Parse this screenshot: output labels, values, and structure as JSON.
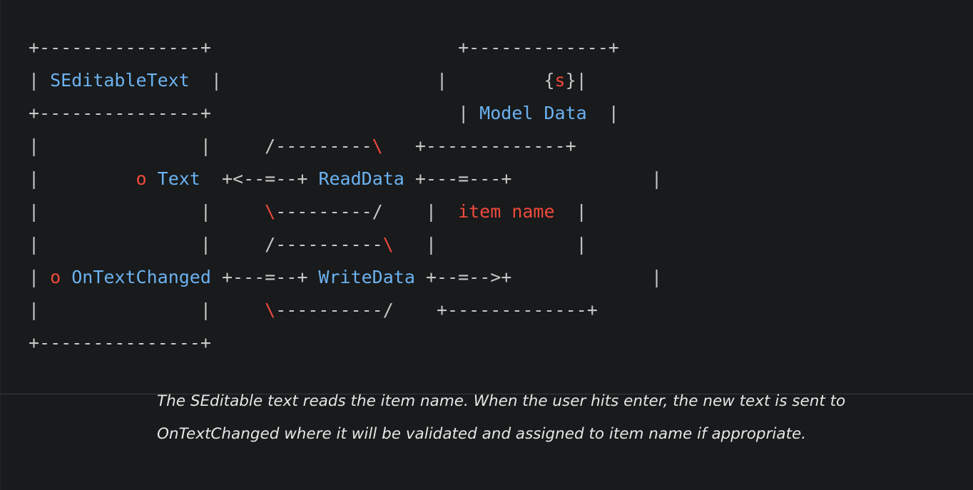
{
  "theme": {
    "background": "#181a1b",
    "default_text": "#c7c7c7",
    "accent_blue": "#6cb2f0",
    "accent_red": "#ef4a3c",
    "divider": "#3a3d3f"
  },
  "diagram": {
    "type": "ascii-art",
    "description": "ASCII box-and-bubble diagram linking a SEditableText widget to Model Data through ReadData and WriteData bindings",
    "boxes": [
      {
        "name": "SEditableText",
        "title": "SEditableText",
        "pins": [
          "Text",
          "OnTextChanged"
        ]
      },
      {
        "name": "ModelData",
        "title": "Model Data",
        "stereotype": "{s}",
        "members": [
          "item name"
        ]
      }
    ],
    "bubbles": [
      "ReadData",
      "WriteData"
    ],
    "lines": [
      {
        "segments": [
          {
            "text": "+---------------+",
            "color": "default"
          },
          {
            "text": "                       ",
            "color": "default"
          },
          {
            "text": "+-------------+",
            "color": "default"
          }
        ]
      },
      {
        "segments": [
          {
            "text": "| ",
            "color": "default"
          },
          {
            "text": "SEditableText",
            "color": "blue"
          },
          {
            "text": "  |",
            "color": "default"
          },
          {
            "text": "                    ",
            "color": "default"
          },
          {
            "text": "|         {",
            "color": "default"
          },
          {
            "text": "s",
            "color": "red"
          },
          {
            "text": "}|",
            "color": "default"
          }
        ]
      },
      {
        "segments": [
          {
            "text": "+---------------+",
            "color": "default"
          },
          {
            "text": "                       ",
            "color": "default"
          },
          {
            "text": "| ",
            "color": "default"
          },
          {
            "text": "Model Data",
            "color": "blue"
          },
          {
            "text": "  |",
            "color": "default"
          }
        ]
      },
      {
        "segments": [
          {
            "text": "|               |     /---------",
            "color": "default"
          },
          {
            "text": "\\",
            "color": "red"
          },
          {
            "text": "   +-------------+",
            "color": "default"
          }
        ]
      },
      {
        "segments": [
          {
            "text": "|         ",
            "color": "default"
          },
          {
            "text": "o",
            "color": "red"
          },
          {
            "text": " ",
            "color": "default"
          },
          {
            "text": "Text",
            "color": "blue"
          },
          {
            "text": "  +<--=--+ ",
            "color": "default"
          },
          {
            "text": "ReadData",
            "color": "blue"
          },
          {
            "text": " +---=---+             |",
            "color": "default"
          }
        ]
      },
      {
        "segments": [
          {
            "text": "|               |     ",
            "color": "default"
          },
          {
            "text": "\\",
            "color": "red"
          },
          {
            "text": "---------/    |  ",
            "color": "default"
          },
          {
            "text": "item name",
            "color": "red"
          },
          {
            "text": "  |",
            "color": "default"
          }
        ]
      },
      {
        "segments": [
          {
            "text": "|               |     /----------",
            "color": "default"
          },
          {
            "text": "\\",
            "color": "red"
          },
          {
            "text": "   |             |",
            "color": "default"
          }
        ]
      },
      {
        "segments": [
          {
            "text": "| ",
            "color": "default"
          },
          {
            "text": "o",
            "color": "red"
          },
          {
            "text": " ",
            "color": "default"
          },
          {
            "text": "OnTextChanged",
            "color": "blue"
          },
          {
            "text": " +---=--+ ",
            "color": "default"
          },
          {
            "text": "WriteData",
            "color": "blue"
          },
          {
            "text": " +--=-->+             |",
            "color": "default"
          }
        ]
      },
      {
        "segments": [
          {
            "text": "|               |     ",
            "color": "default"
          },
          {
            "text": "\\",
            "color": "red"
          },
          {
            "text": "----------/    +-------------+",
            "color": "default"
          }
        ]
      },
      {
        "segments": [
          {
            "text": "+---------------+",
            "color": "default"
          }
        ]
      }
    ]
  },
  "caption": {
    "text": "The SEditable text reads the item name. When the user hits enter, the new text is sent to OnTextChanged where it will be validated and assigned to item name if appropriate."
  }
}
